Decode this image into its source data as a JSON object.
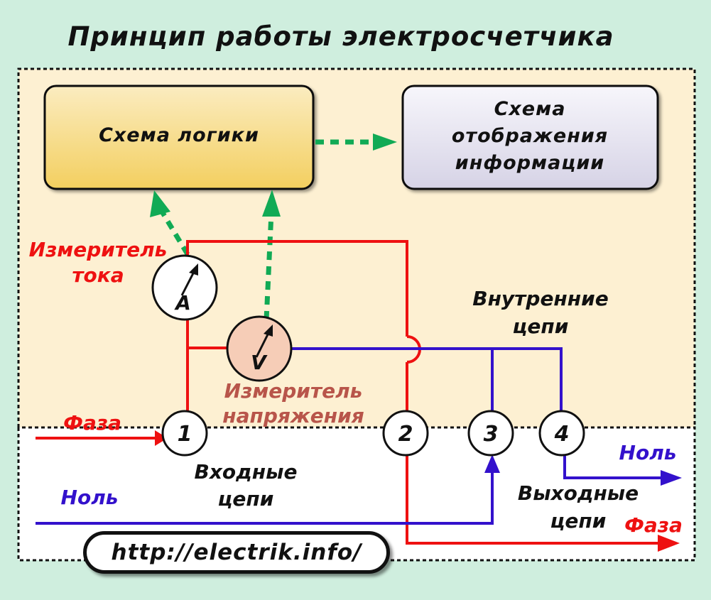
{
  "title": "Принцип работы электросчетчика",
  "logic_box": {
    "label": "Схема логики"
  },
  "display_box": {
    "lines": [
      "Схема",
      "отображения",
      "информации"
    ]
  },
  "ammeter": {
    "symbol": "A",
    "label_lines": [
      "Измеритель",
      "тока"
    ]
  },
  "voltmeter": {
    "symbol": "V",
    "label_lines": [
      "Измеритель",
      "напряжения"
    ]
  },
  "internal_circuits": {
    "lines": [
      "Внутренние",
      "цепи"
    ]
  },
  "input_circuits": {
    "lines": [
      "Входные",
      "цепи"
    ]
  },
  "output_circuits": {
    "lines": [
      "Выходные",
      "цепи"
    ]
  },
  "terminals": [
    "1",
    "2",
    "3",
    "4"
  ],
  "wires": {
    "phase_in": "Фаза",
    "neutral_in": "Ноль",
    "neutral_out": "Ноль",
    "phase_out": "Фаза"
  },
  "url": "http://electrik.info/",
  "colors": {
    "background": "#cfeede",
    "meter_area": "#fdf0d2",
    "phase": "#ee1111",
    "neutral": "#3311cc",
    "signal": "#11aa55",
    "logic_box": "#f6d677",
    "display_box": "#e4e2ee",
    "voltmeter_fill": "#f6cdb7",
    "voltage_label": "#b8554a"
  }
}
